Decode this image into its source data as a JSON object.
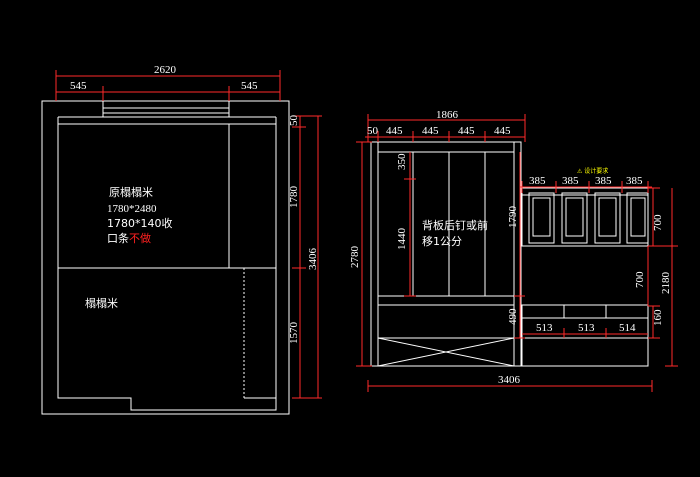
{
  "colors": {
    "background": "#000000",
    "outline": "#ffffff",
    "dimension_line": "#ff2a2a",
    "note_red": "#ff2020",
    "tag_yellow": "#ffff00"
  },
  "left_view": {
    "width_total": "2620",
    "width_left": "545",
    "width_right": "545",
    "height_top": "50",
    "height_upper": "1780",
    "height_lower": "1570",
    "height_total": "3406",
    "note_line1": "原榻榻米",
    "note_line2": "1780*2480",
    "note_line3": "1780*140收",
    "note_line4_a": "口条",
    "note_line4_b": "不做",
    "lower_label": "榻榻米"
  },
  "right_view": {
    "width_top": "1866",
    "top_50": "50",
    "top_445_1": "445",
    "top_445_2": "445",
    "top_445_3": "445",
    "top_445_4": "445",
    "h_350": "350",
    "h_1440": "1440",
    "h_1790": "1790",
    "h_490": "490",
    "h_2780": "2780",
    "cab_385_1": "385",
    "cab_385_2": "385",
    "cab_385_3": "385",
    "cab_385_4": "385",
    "h_700_upper": "700",
    "h_700_lower": "700",
    "h_2180": "2180",
    "h_160": "160",
    "drawer_513_1": "513",
    "drawer_513_2": "513",
    "drawer_514": "514",
    "width_bottom": "3406",
    "note_line1": "背板后钉或前",
    "note_line2": "移1公分",
    "yellow_tag": "⚠ 设计要求"
  }
}
